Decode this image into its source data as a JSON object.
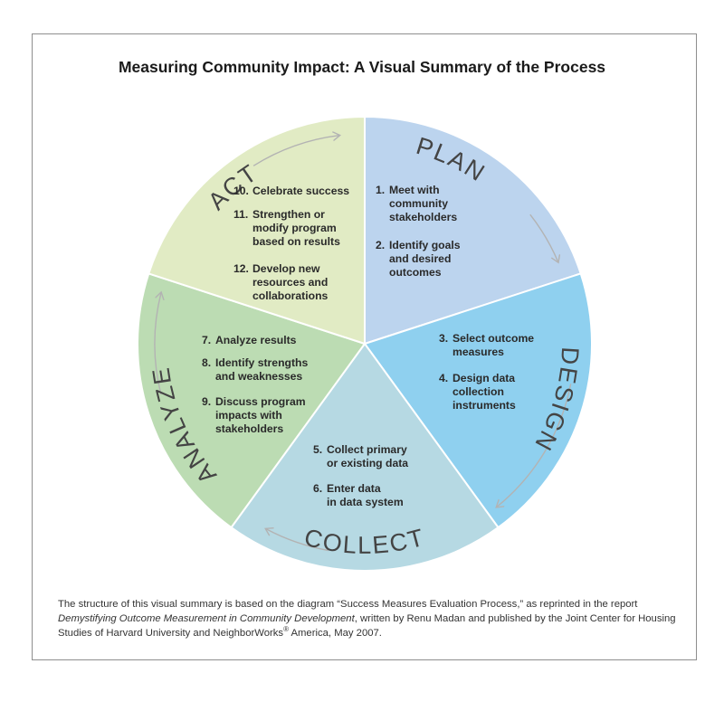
{
  "title": "Measuring Community Impact: A Visual Summary of the Process",
  "colors": {
    "plan": "#bcd4ee",
    "design": "#8fd0ef",
    "collect": "#b6d9e3",
    "analyze": "#bcdcb3",
    "act": "#e1ebc4",
    "stroke": "#ffffff",
    "arrow": "#b3b3b3",
    "phase_text": "#444444"
  },
  "phases": {
    "plan": "PLAN",
    "design": "DESIGN",
    "collect": "COLLECT",
    "analyze": "ANALYZE",
    "act": "ACT"
  },
  "steps": {
    "s1": {
      "num": "1.",
      "lines": [
        "Meet with",
        "community",
        "stakeholders"
      ]
    },
    "s2": {
      "num": "2.",
      "lines": [
        "Identify goals",
        "and desired",
        "outcomes"
      ]
    },
    "s3": {
      "num": "3.",
      "lines": [
        "Select outcome",
        "measures"
      ]
    },
    "s4": {
      "num": "4.",
      "lines": [
        "Design data",
        "collection",
        "instruments"
      ]
    },
    "s5": {
      "num": "5.",
      "lines": [
        "Collect primary",
        "or existing data"
      ]
    },
    "s6": {
      "num": "6.",
      "lines": [
        "Enter data",
        "in data system"
      ]
    },
    "s7": {
      "num": "7.",
      "lines": [
        "Analyze results"
      ]
    },
    "s8": {
      "num": "8.",
      "lines": [
        "Identify strengths",
        "and weaknesses"
      ]
    },
    "s9": {
      "num": "9.",
      "lines": [
        "Discuss program",
        "impacts with",
        "stakeholders"
      ]
    },
    "s10": {
      "num": "10.",
      "lines": [
        "Celebrate success"
      ]
    },
    "s11": {
      "num": "11.",
      "lines": [
        "Strengthen or",
        "modify program",
        "based on results"
      ]
    },
    "s12": {
      "num": "12.",
      "lines": [
        "Develop new",
        "resources and",
        "collaborations"
      ]
    }
  },
  "footer": {
    "part1": "The structure of this visual summary is based on the diagram “Success Measures Evaluation Process,” as reprinted in the report",
    "report": "Demystifying Outcome Measurement in Community Development",
    "part2": ", written by Renu Madan and published by the Joint Center for Housing Studies of Harvard University and NeighborWorks",
    "reg": "®",
    "part3": " America, May 2007."
  }
}
